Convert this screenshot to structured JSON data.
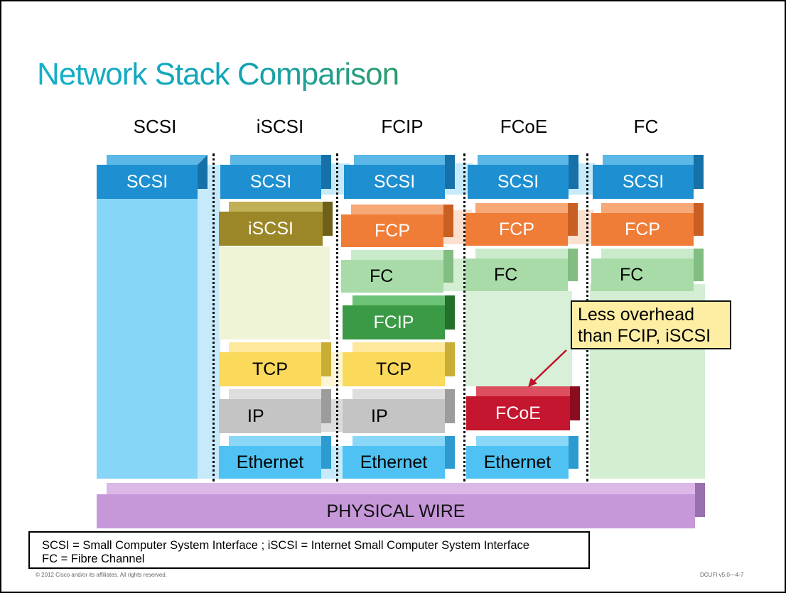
{
  "title": "Network Stack Comparison",
  "columns": [
    "SCSI",
    "iSCSI",
    "FCIP",
    "FCoE",
    "FC"
  ],
  "layers": {
    "scsi": "SCSI",
    "iscsi": "iSCSI",
    "fcp": "FCP",
    "fc": "FC",
    "fcip": "FCIP",
    "tcp": "TCP",
    "ip": "IP",
    "fcoe": "FCoE",
    "ethernet": "Ethernet",
    "physical_wire": "PHYSICAL WIRE"
  },
  "callout": {
    "line1": "Less overhead",
    "line2": "than FCIP, iSCSI"
  },
  "legend": {
    "line1": "SCSI = Small Computer System Interface ; iSCSI = Internet Small Computer System Interface",
    "line2": "FC = Fibre Channel"
  },
  "footer": {
    "copyright": "© 2012 Cisco and/or its affiliates. All rights reserved.",
    "course_code": "DCUFI v5.0—4-7"
  },
  "colors": {
    "scsi": "#1e90d2",
    "iscsi": "#9b8728",
    "fcp": "#f07d37",
    "fc": "#a8dba8",
    "fcip": "#3b9a45",
    "tcp": "#fbd95a",
    "ip": "#c4c4c4",
    "fcoe": "#c4162e",
    "ethernet": "#4fc2f3",
    "physical_wire": "#c698d9",
    "title_start": "#14b1c8",
    "title_end": "#2d9b6c"
  }
}
